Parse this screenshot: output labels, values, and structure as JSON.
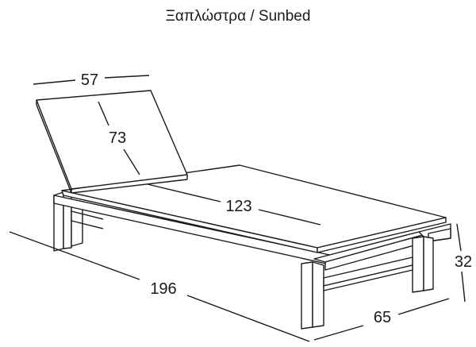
{
  "title": "Ξαπλώστρα / Sunbed",
  "dimensions": {
    "backrest_width": "57",
    "backrest_length": "73",
    "mattress_length": "123",
    "total_length": "196",
    "total_width": "65",
    "height": "32"
  }
}
